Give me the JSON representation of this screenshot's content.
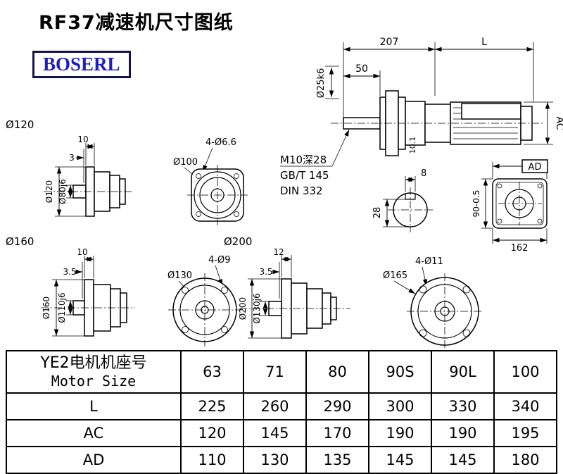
{
  "page": {
    "title": "RF37减速机尺寸图纸",
    "logo": "BOSERL"
  },
  "drawing": {
    "main": {
      "dim_207": "207",
      "dim_L": "L",
      "dim_50": "50",
      "shaft_dia": "Ø25k6",
      "dim_AC": "AC",
      "dim_101": "10.1",
      "note1": "M10深28",
      "note2": "GB/T 145",
      "note3": "DIN 332"
    },
    "key_section": {
      "dim_8": "8",
      "dim_28": "28"
    },
    "side_view": {
      "dim_AD": "AD",
      "dim_90": "90-0.5",
      "dim_162": "162"
    },
    "v120": {
      "title": "Ø120",
      "dim_10": "10",
      "dim_3": "3",
      "flange_dia": "Ø120",
      "spigot_dia": "Ø80j6"
    },
    "f100": {
      "holes": "4-Ø6.6",
      "dia": "Ø100"
    },
    "v160": {
      "title": "Ø160",
      "dim_10": "10",
      "dim_35": "3.5",
      "flange_dia": "Ø160",
      "spigot_dia": "Ø110j6"
    },
    "f130": {
      "holes": "4-Ø9",
      "dia": "Ø130"
    },
    "v200": {
      "title": "Ø200",
      "dim_12": "12",
      "dim_35": "3.5",
      "flange_dia": "Ø200",
      "spigot_dia": "Ø130j6"
    },
    "f165": {
      "holes": "4-Ø11",
      "dia": "Ø165"
    }
  },
  "table": {
    "header_label_line1": "YE2电机机座号",
    "header_label_line2": "Motor Size",
    "sizes": [
      "63",
      "71",
      "80",
      "90S",
      "90L",
      "100"
    ],
    "rows": [
      {
        "label": "L",
        "values": [
          "225",
          "260",
          "290",
          "300",
          "330",
          "340"
        ]
      },
      {
        "label": "AC",
        "values": [
          "120",
          "145",
          "170",
          "190",
          "190",
          "195"
        ]
      },
      {
        "label": "AD",
        "values": [
          "110",
          "130",
          "135",
          "145",
          "145",
          "180"
        ]
      }
    ]
  }
}
